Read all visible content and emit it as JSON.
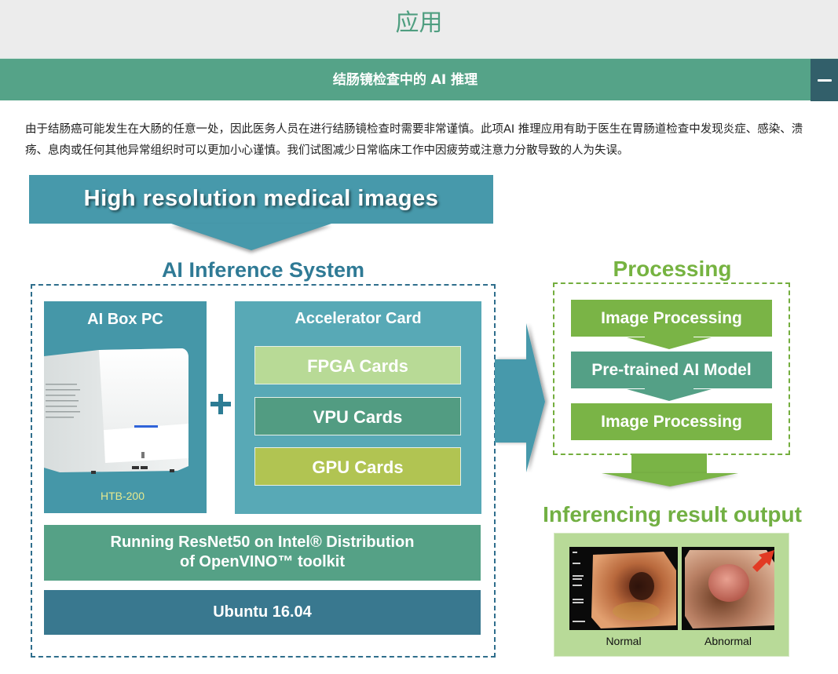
{
  "page": {
    "title": "应用"
  },
  "section": {
    "title": "结肠镜检查中的 AI 推理",
    "collapse_label": "−",
    "collapse_icon": "minus-icon",
    "intro": "由于结肠癌可能发生在大肠的任意一处，因此医务人员在进行结肠镜检查时需要非常谨慎。此项AI 推理应用有助于医生在胃肠道检查中发现炎症、感染、溃疡、息肉或任何其他异常组织时可以更加小心谨慎。我们试图减少日常临床工作中因疲劳或注意力分散导致的人为失误。"
  },
  "diagram": {
    "input_banner": "High resolution medical images",
    "inference_system": {
      "title": "AI Inference System",
      "box_pc": {
        "title": "AI Box PC",
        "model": "HTB-200"
      },
      "plus_icon": "plus-icon",
      "accelerator": {
        "title": "Accelerator Card",
        "cards": [
          "FPGA Cards",
          "VPU Cards",
          "GPU Cards"
        ]
      },
      "software": "Running ResNet50 on Intel® Distribution of OpenVINO™ toolkit",
      "software_lines": [
        "Running ResNet50 on Intel® Distribution",
        "of OpenVINO™ toolkit"
      ],
      "os": "Ubuntu 16.04"
    },
    "processing": {
      "title": "Processing",
      "steps": [
        "Image Processing",
        "Pre-trained AI Model",
        "Image Processing"
      ]
    },
    "output": {
      "title": "Inferencing result output",
      "images": [
        {
          "label": "Normal"
        },
        {
          "label": "Abnormal"
        }
      ]
    },
    "colors": {
      "teal": "#4799ab",
      "dark_teal": "#39788f",
      "sea_green": "#55a186",
      "leaf_green": "#7ab446",
      "light_green": "#b8da96",
      "olive": "#b1c452",
      "header_green": "#55a388",
      "header_dark": "#325f6a"
    }
  }
}
